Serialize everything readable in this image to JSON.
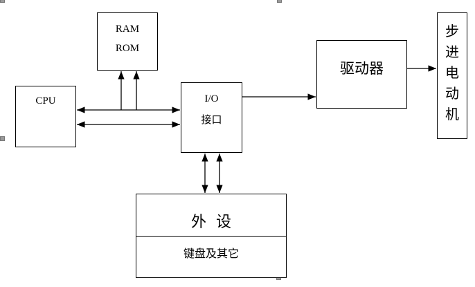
{
  "blocks": {
    "cpu": {
      "label": "CPU"
    },
    "memory": {
      "line1": "RAM",
      "line2": "ROM"
    },
    "io": {
      "line1": "I/O",
      "line2": "接口"
    },
    "driver": {
      "label": "驱动器"
    },
    "motor": {
      "chars": [
        "步",
        "进",
        "电",
        "动",
        "机"
      ]
    },
    "peripheral": {
      "title": "外  设",
      "subtitle": "键盘及其它"
    }
  }
}
